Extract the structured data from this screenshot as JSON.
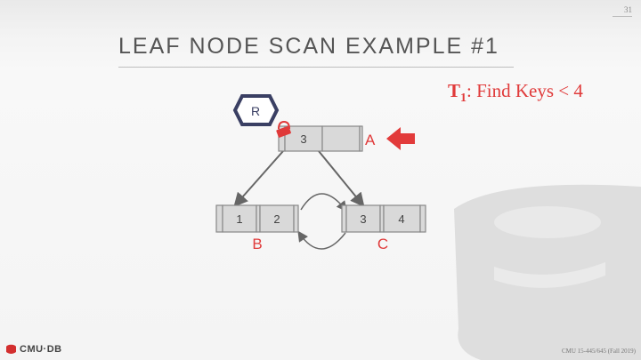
{
  "slide": {
    "number": "31",
    "title": "LEAF NODE SCAN EXAMPLE #1",
    "query": {
      "txn": "T",
      "txn_sub": "1",
      "text": ": Find Keys < 4"
    },
    "footer_logo": "CMU·DB",
    "footer_course": "CMU 15-445/645 (Fall 2019)"
  },
  "diagram": {
    "lock_badge": "R",
    "root": {
      "keys": [
        "3",
        ""
      ],
      "label": "A"
    },
    "leaf_left": {
      "keys": [
        "1",
        "2"
      ],
      "label": "B"
    },
    "leaf_right": {
      "keys": [
        "3",
        "4"
      ],
      "label": "C"
    }
  },
  "colors": {
    "accent": "#e03a3a",
    "lock_stroke": "#3a3f63",
    "node_fill": "#d9d9d9",
    "watermark": "#dcdcdc"
  },
  "icons": {
    "pointer": "red-arrow-icon",
    "lock": "lock-icon",
    "logo": "database-icon"
  }
}
